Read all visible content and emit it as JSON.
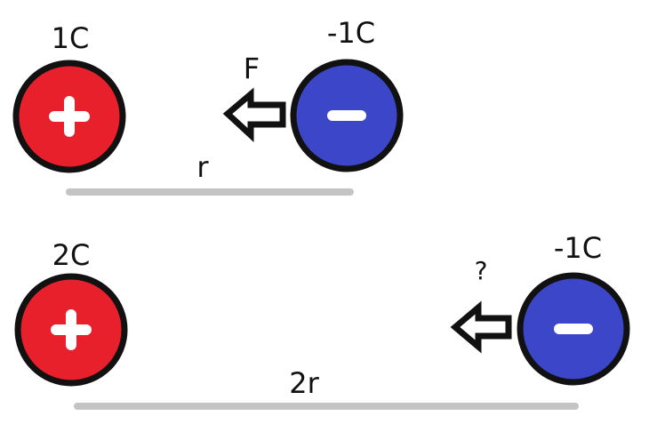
{
  "scenario_top": {
    "positive_charge_label": "1C",
    "negative_charge_label": "-1C",
    "force_label": "F",
    "distance_label": "r"
  },
  "scenario_bottom": {
    "positive_charge_label": "2C",
    "negative_charge_label": "-1C",
    "force_label": "?",
    "distance_label": "2r"
  },
  "colors": {
    "positive": "#e8202c",
    "negative": "#3c46c8",
    "outline": "#111111",
    "distance_line": "#c4c4c4",
    "sign": "#ffffff"
  },
  "icons": {
    "positive": "plus-icon",
    "negative": "minus-icon",
    "force": "left-arrow-icon"
  }
}
